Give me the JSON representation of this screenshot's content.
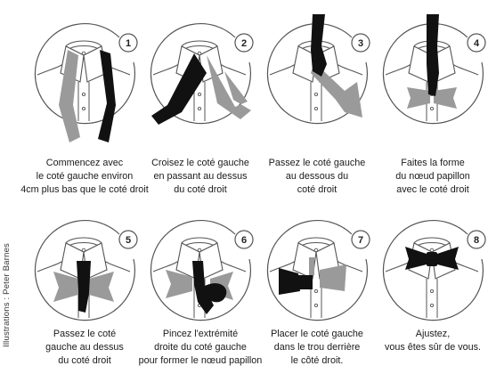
{
  "credit": "Illustrations : Peter Barnes",
  "steps": [
    {
      "number": "1",
      "caption_lines": [
        "Commencez avec",
        "le coté gauche environ",
        "4cm plus bas que le coté droit"
      ]
    },
    {
      "number": "2",
      "caption_lines": [
        "Croisez le coté gauche",
        "en passant au dessus",
        "du coté droit"
      ]
    },
    {
      "number": "3",
      "caption_lines": [
        "Passez le coté gauche",
        "au dessous du",
        "coté droit"
      ]
    },
    {
      "number": "4",
      "caption_lines": [
        "Faites la forme",
        "du nœud papillon",
        "avec le coté droit"
      ]
    },
    {
      "number": "5",
      "caption_lines": [
        "Passez le coté",
        "gauche au dessus",
        "du coté droit"
      ]
    },
    {
      "number": "6",
      "caption_lines": [
        "Pincez l'extrémité",
        "droite du coté gauche",
        "pour former le nœud papillon"
      ]
    },
    {
      "number": "7",
      "caption_lines": [
        "Placer le coté gauche",
        "dans le trou derrière",
        "le côté droit."
      ]
    },
    {
      "number": "8",
      "caption_lines": [
        "Ajustez,",
        "vous êtes sûr de vous."
      ]
    }
  ],
  "colors": {
    "tie_dark": "#111111",
    "tie_light": "#9a9a9a",
    "line": "#555555"
  }
}
